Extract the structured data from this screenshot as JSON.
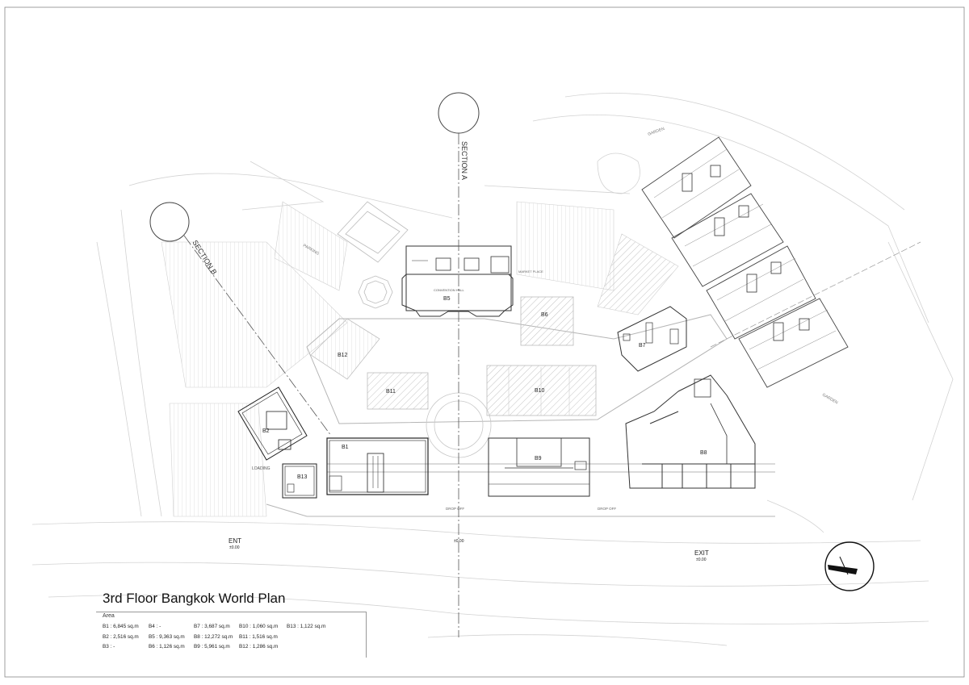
{
  "title": "3rd Floor Bangkok World Plan",
  "area_table": {
    "heading": "Area",
    "rows": [
      [
        "B1 : 6,845 sq.m",
        "B4 : -",
        "B7 : 3,687 sq.m",
        "B10 : 1,060 sq.m",
        "B13 : 1,122 sq.m"
      ],
      [
        "B2 : 2,516 sq.m",
        "B5 : 9,363 sq.m",
        "B8 : 12,272 sq.m",
        "B11 : 1,516 sq.m",
        ""
      ],
      [
        "B3 : -",
        "B6 : 1,126 sq.m",
        "B9 : 5,961 sq.m",
        "B12 : 1,286 sq.m",
        ""
      ]
    ]
  },
  "buildings": {
    "b1": "B1",
    "b2": "B2",
    "b5": "B5",
    "b6": "B6",
    "b7": "B7",
    "b8": "B8",
    "b9": "B9",
    "b10": "B10",
    "b11": "B11",
    "b12": "B12",
    "b13": "B13"
  },
  "labels": {
    "section_a": "SECTION A",
    "section_b": "SECTION B",
    "ent": "ENT",
    "ent_level": "±0.00",
    "exit": "EXIT",
    "exit_level": "±0.00",
    "center_level": "±0.00",
    "garden_top": "GARDEN",
    "garden_right": "GARDEN",
    "parking": "PARKING",
    "loading": "LOADING",
    "drop_off_1": "DROP OFF",
    "drop_off_2": "DROP OFF",
    "b5_hall": "CONVENTION HALL",
    "market": "MARKET PLACE"
  },
  "colors": {
    "line_dark": "#222222",
    "line_mid": "#777777",
    "line_light": "#c8c8c8",
    "hatch": "#bbbbbb"
  }
}
